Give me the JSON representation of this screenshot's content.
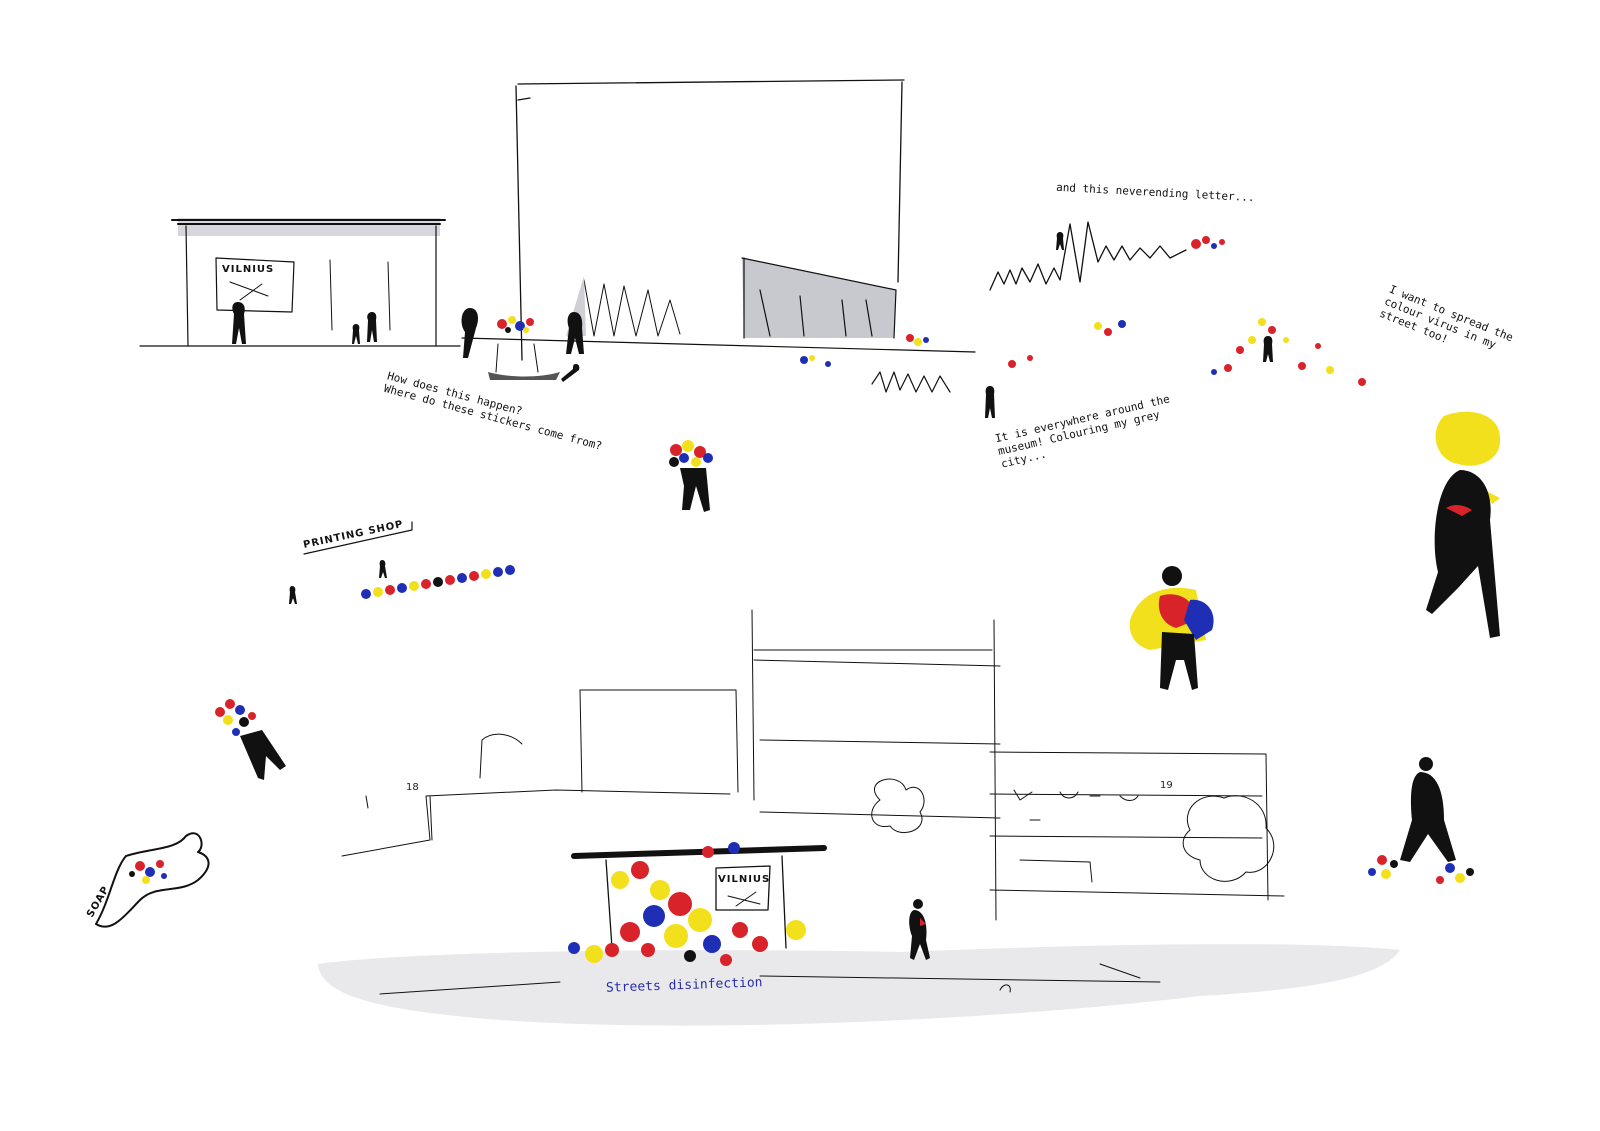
{
  "notes": {
    "neverending_letter": "and this neverending letter...",
    "spread": "I want to spread the\ncolour virus in my\nstreet too!",
    "how": "How does this happen?\nWhere do these stickers come from?",
    "everywhere": "It is everywhere around the\nmuseum! Colouring my grey\ncity...",
    "disinfection": "Streets disinfection"
  },
  "labels": {
    "vilnius_top": "VILNIUS",
    "vilnius_bottom": "VILNIUS",
    "printing_shop": "PRINTING SHOP",
    "soap": "SOAP",
    "number_18": "18",
    "number_19": "19"
  },
  "colors": {
    "ink": "#111111",
    "red": "#d8232a",
    "yellow": "#f3e01c",
    "blue": "#1f2fb5",
    "grey_shade": "#d9d9de",
    "caption_blue": "#2a2ea8"
  }
}
